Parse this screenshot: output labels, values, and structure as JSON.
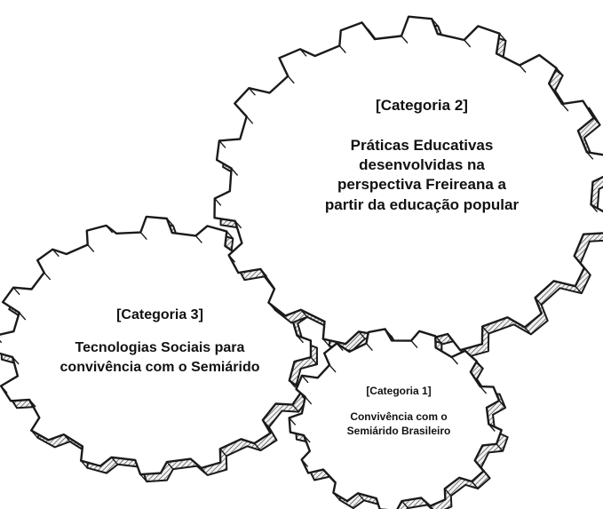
{
  "gears": [
    {
      "id": "gear-categoria-2",
      "category": "[Categoria 2]",
      "description": "Práticas Educativas desenvolvidas na perspectiva Freireana a partir da educação popular"
    },
    {
      "id": "gear-categoria-3",
      "category": "[Categoria 3]",
      "description": "Tecnologias Sociais para convivência com o Semiárido"
    },
    {
      "id": "gear-categoria-1",
      "category": "[Categoria 1]",
      "description": "Convivência com o Semiárido Brasileiro"
    }
  ],
  "colors": {
    "outline": "#1a1a1a",
    "hatch": "#444444",
    "fill": "#ffffff"
  }
}
